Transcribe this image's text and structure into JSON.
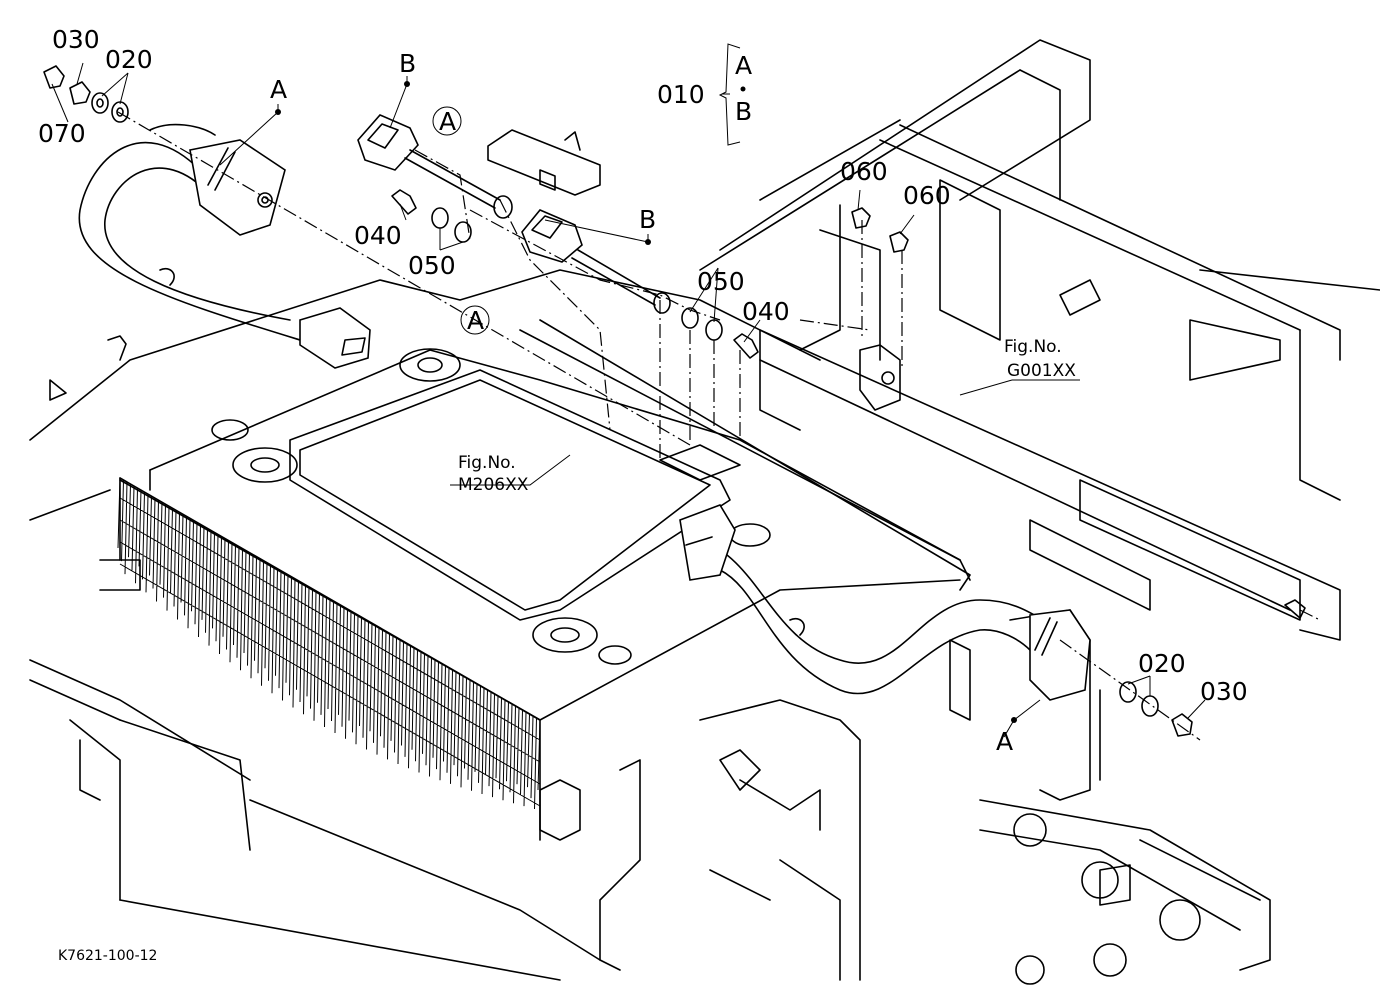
{
  "callouts": {
    "p030_top": "030",
    "p020_top": "020",
    "p070": "070",
    "ref_a_belt": "A",
    "ref_b_buckle": "B",
    "p010": "010",
    "brace_a": "A",
    "brace_b": "B",
    "circled_a_top": "A",
    "circled_a_mid": "A",
    "ref_b_buckle2": "B",
    "p040_left": "040",
    "p050_left": "050",
    "p060_left": "060",
    "p060_right": "060",
    "p050_right": "050",
    "p040_right": "040",
    "p020_right": "020",
    "p030_right": "030",
    "ref_a_right": "A"
  },
  "figure_refs": {
    "g001": {
      "label": "Fig.No.",
      "code": "G001XX"
    },
    "m206": {
      "label": "Fig.No.",
      "code": "M206XX"
    }
  },
  "illustration_code": "K7621-100-12"
}
